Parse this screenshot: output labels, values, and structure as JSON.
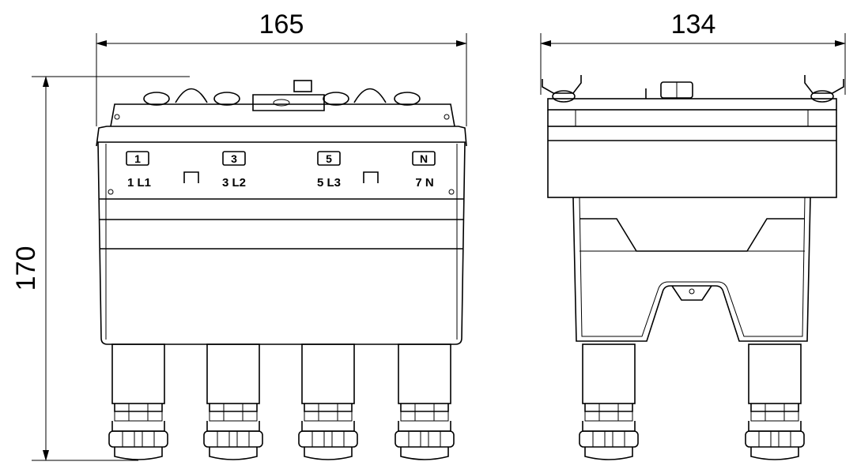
{
  "dimensions": {
    "front_width": "165",
    "side_width": "134",
    "height": "170"
  },
  "front_view": {
    "terminal_markers": [
      "1",
      "3",
      "5",
      "N"
    ],
    "terminal_labels": [
      "1 L1",
      "3 L2",
      "5 L3",
      "7 N"
    ]
  }
}
